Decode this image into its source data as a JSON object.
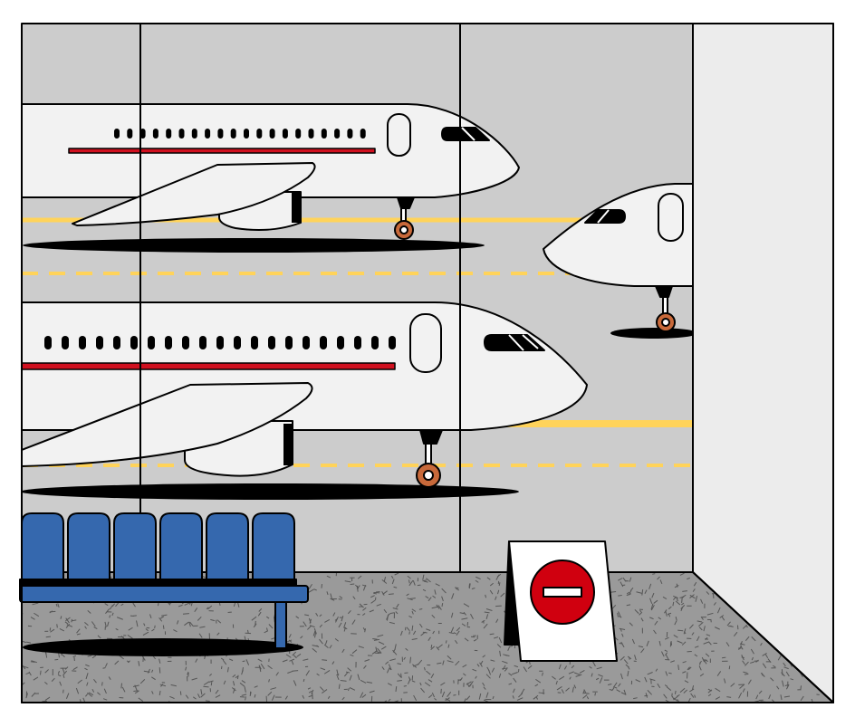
{
  "scene": "airport-terminal-window-view",
  "colors": {
    "window_bg": "#cccccc",
    "wall": "#ececec",
    "floor": "#9a9a9a",
    "floor_speck": "#555555",
    "fuselage": "#f2f2f2",
    "stripe": "#d0101f",
    "taxi_line": "#ffd35a",
    "wheel": "#c8693a",
    "seat": "#3568ae",
    "sign_red": "#d0000f",
    "outline": "#000000"
  },
  "icons": [
    "airplane",
    "airplane",
    "airplane",
    "waiting-bench",
    "no-entry-sign"
  ]
}
